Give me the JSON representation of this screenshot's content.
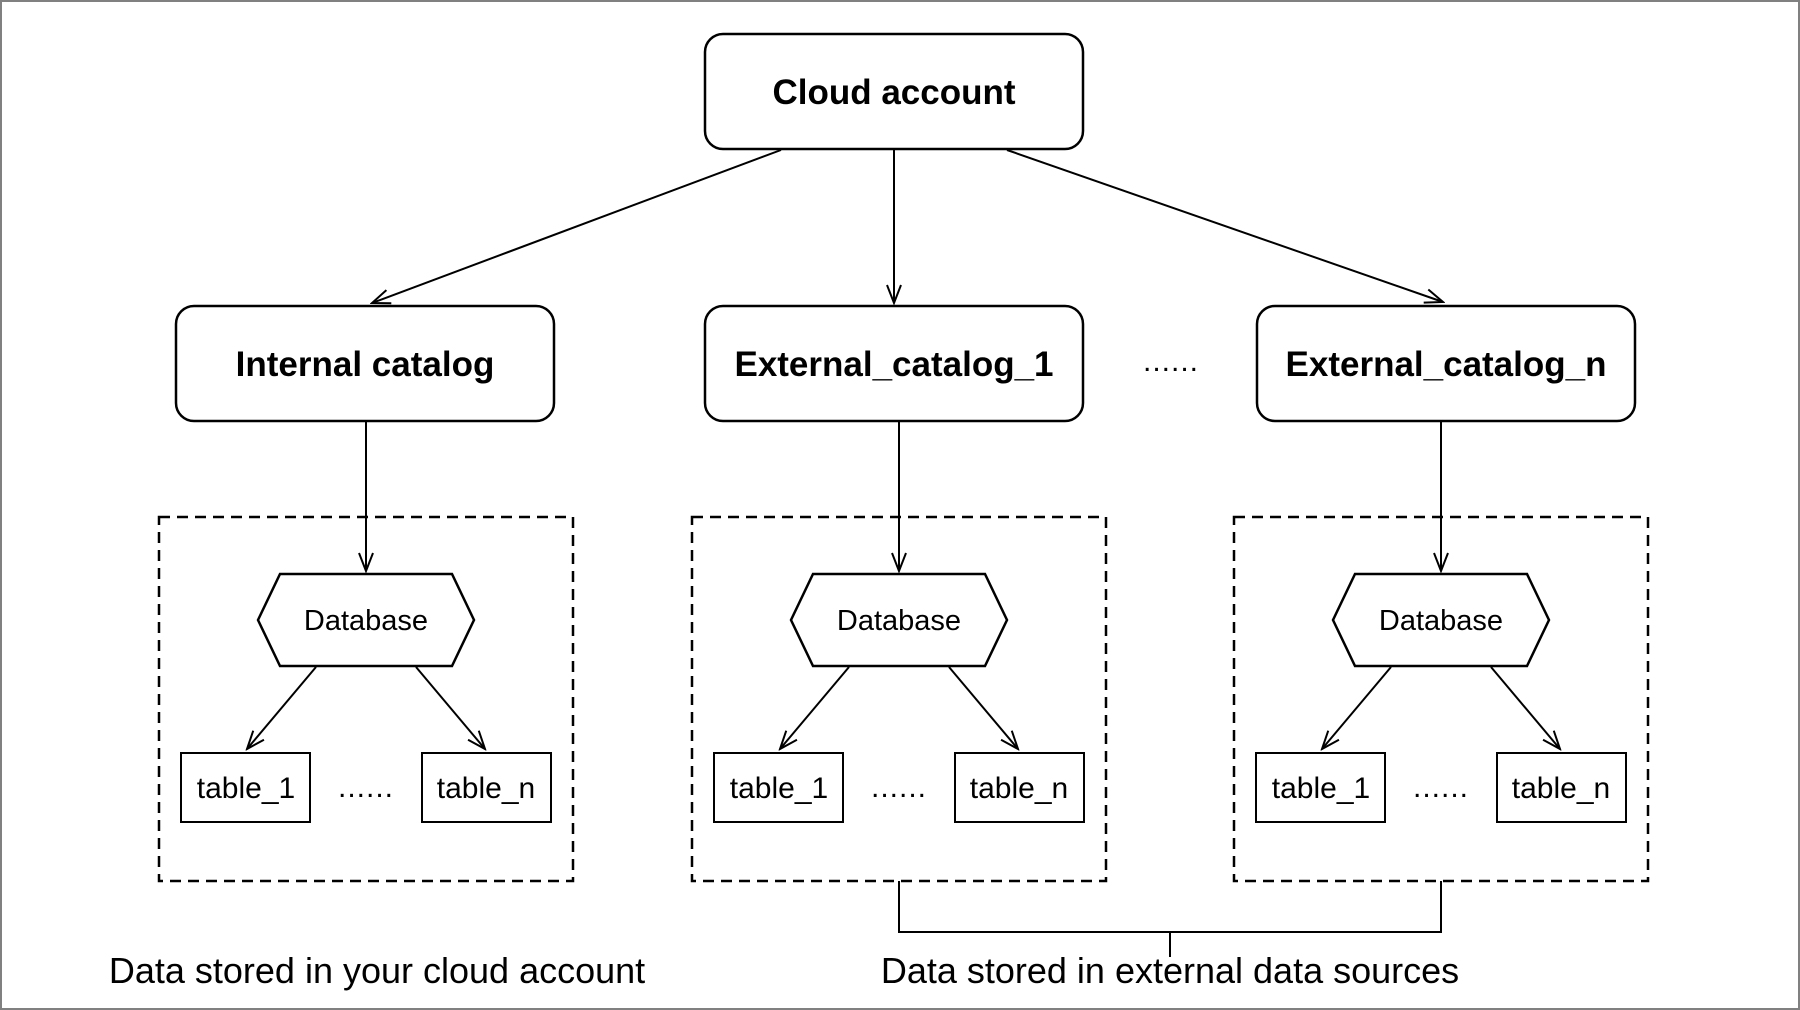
{
  "diagram": {
    "root_node": {
      "label": "Cloud account"
    },
    "catalogs": [
      {
        "label": "Internal catalog"
      },
      {
        "label": "External_catalog_1"
      },
      {
        "label": "External_catalog_n"
      }
    ],
    "catalog_row_ellipsis": "......",
    "groups": [
      {
        "database": "Database",
        "table_first": "table_1",
        "ellipsis": "......",
        "table_last": "table_n"
      },
      {
        "database": "Database",
        "table_first": "table_1",
        "ellipsis": "......",
        "table_last": "table_n"
      },
      {
        "database": "Database",
        "table_first": "table_1",
        "ellipsis": "......",
        "table_last": "table_n"
      }
    ],
    "captions": {
      "internal": "Data stored in your cloud account",
      "external": "Data stored in external data sources"
    },
    "colors": {
      "line": "#000000",
      "background": "#ffffff",
      "frame_border": "#808080"
    }
  }
}
